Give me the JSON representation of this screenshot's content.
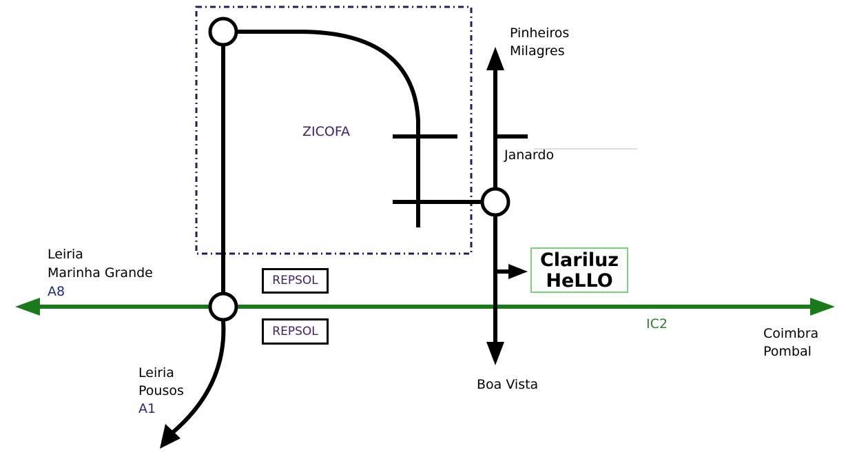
{
  "labels": {
    "north_1": "Pinheiros",
    "north_2": "Milagres",
    "zicofa": "ZICOFA",
    "janardo": "Janardo",
    "west_1": "Leiria",
    "west_2": "Marinha Grande",
    "west_road": "A8",
    "south_1": "Leiria",
    "south_2": "Pousos",
    "south_road": "A1",
    "ic2": "IC2",
    "east_1": "Coimbra",
    "east_2": "Pombal",
    "boa_vista": "Boa Vista"
  },
  "stations": {
    "north": "REPSOL",
    "south": "REPSOL"
  },
  "destination": {
    "line_1": "Clariluz",
    "line_2": "HeLLO"
  },
  "colors": {
    "highway": "#1a7a1a",
    "roads": "#000000",
    "zone_border": "#2a1a5a",
    "destination_border": "#7ccf7c"
  }
}
